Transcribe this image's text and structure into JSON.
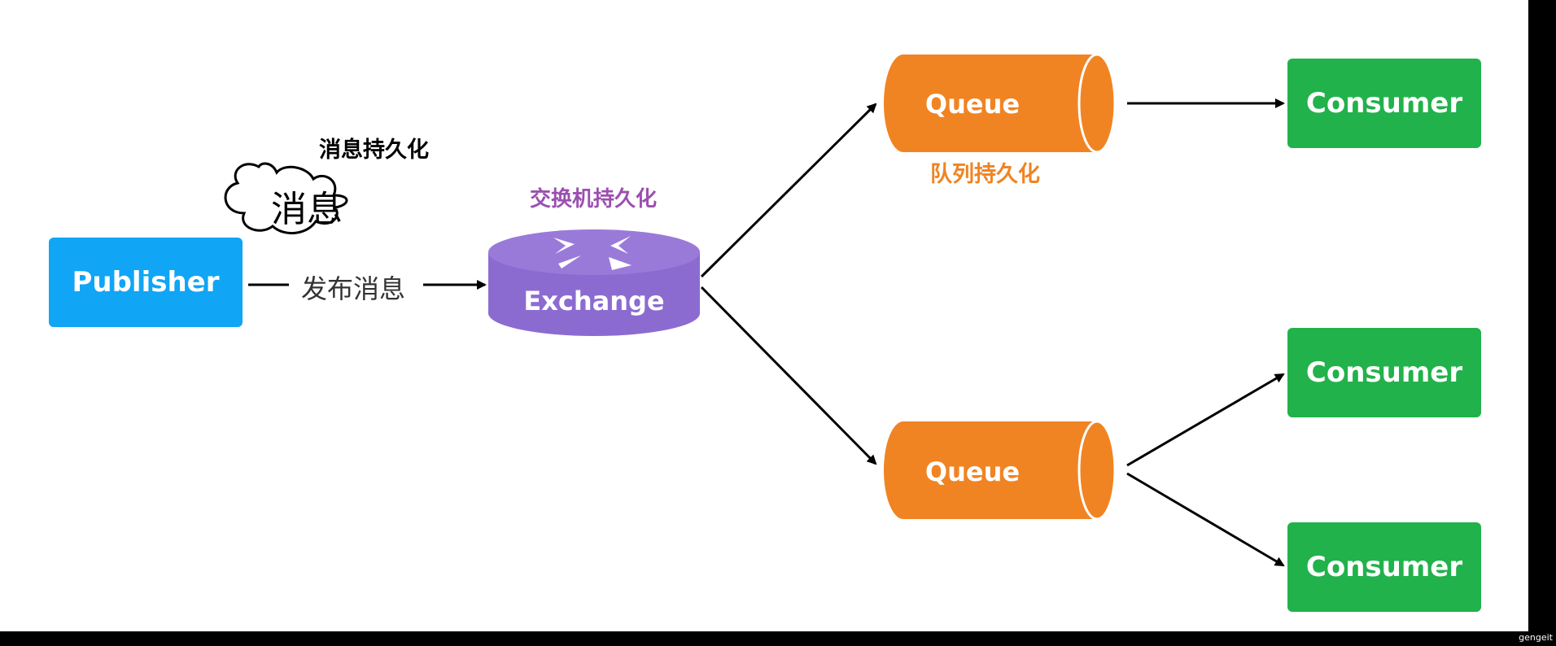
{
  "labels": {
    "message_persistence": "消息持久化",
    "exchange_persistence": "交换机持久化",
    "queue_persistence": "队列持久化",
    "publish_message": "发布消息"
  },
  "cloud_text": "消息",
  "nodes": {
    "publisher": "Publisher",
    "exchange": "Exchange",
    "queue_top": "Queue",
    "queue_bottom": "Queue",
    "consumer_top": "Consumer",
    "consumer_middle": "Consumer",
    "consumer_bottom": "Consumer"
  },
  "watermark": "gengeit",
  "colors": {
    "publisher": "#10a5f5",
    "exchange": "#8c6bd1",
    "queue": "#f08423",
    "consumer": "#21b24b",
    "exchange_label": "#9b4fb0",
    "queue_label": "#f08423"
  }
}
